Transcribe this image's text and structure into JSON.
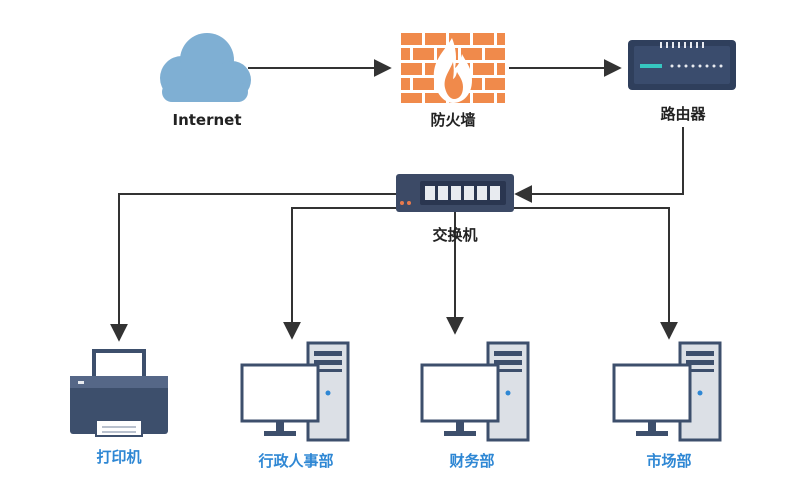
{
  "nodes": {
    "internet": {
      "label": "Internet",
      "icon": "cloud-icon",
      "color": "#7FAFD3"
    },
    "firewall": {
      "label": "防火墙",
      "icon": "firewall-icon",
      "color": "#F08A4B"
    },
    "router": {
      "label": "路由器",
      "icon": "router-icon",
      "color": "#2F3F5C"
    },
    "switch": {
      "label": "交换机",
      "icon": "switch-icon",
      "color": "#3C4A66"
    },
    "printer": {
      "label": "打印机",
      "icon": "printer-icon",
      "color": "#3D4F6C"
    },
    "hr_admin": {
      "label": "行政人事部",
      "icon": "desktop-computer-icon"
    },
    "finance": {
      "label": "财务部",
      "icon": "desktop-computer-icon"
    },
    "marketing": {
      "label": "市场部",
      "icon": "desktop-computer-icon"
    }
  },
  "colors": {
    "edge": "#333333",
    "device_label": "#2E87D4",
    "infra_label": "#222222"
  },
  "edges": [
    {
      "from": "internet",
      "to": "firewall"
    },
    {
      "from": "firewall",
      "to": "router"
    },
    {
      "from": "router",
      "to": "switch"
    },
    {
      "from": "switch",
      "to": "printer"
    },
    {
      "from": "switch",
      "to": "hr_admin"
    },
    {
      "from": "switch",
      "to": "finance"
    },
    {
      "from": "switch",
      "to": "marketing"
    }
  ]
}
